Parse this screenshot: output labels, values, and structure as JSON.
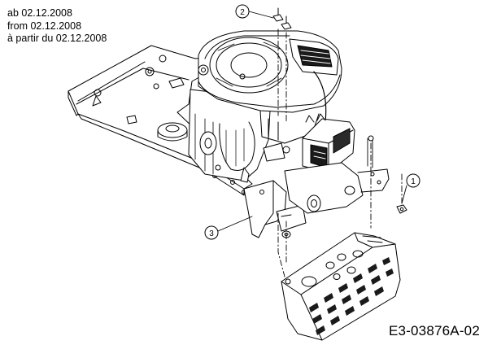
{
  "header": {
    "date_lines": [
      "ab 02.12.2008",
      "from 02.12.2008",
      "à partir du 02.12.2008"
    ]
  },
  "callouts": [
    {
      "number": "1",
      "part": "nut-small"
    },
    {
      "number": "2",
      "part": "bolt-pair"
    },
    {
      "number": "3",
      "part": "mounting-bracket"
    }
  ],
  "drawing_code": "E3-03876A-02",
  "colors": {
    "line": "#000000",
    "background": "#ffffff",
    "shade": "#7a7a7a",
    "dark": "#1a1a1a"
  }
}
